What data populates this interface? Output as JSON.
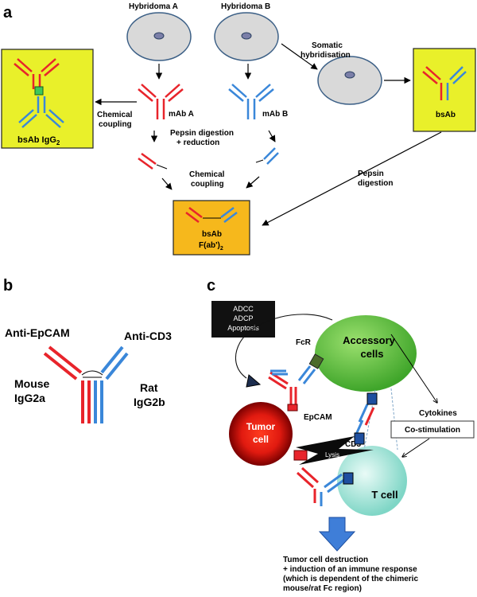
{
  "panel_a": {
    "letter": "a",
    "hybridoma_a": "Hybridoma A",
    "hybridoma_b": "Hybridoma B",
    "somatic": [
      "Somatic",
      "hybridisation"
    ],
    "chemical_coupling_left": [
      "Chemical",
      "coupling"
    ],
    "mab_a": "mAb A",
    "mab_b": "mAb B",
    "pepsin_reduction": [
      "Pepsin digestion",
      "+ reduction"
    ],
    "chemical_coupling_center": [
      "Chemical",
      "coupling"
    ],
    "pepsin_digestion": [
      "Pepsin",
      "digestion"
    ],
    "bsab_igg2": {
      "main": "bsAb IgG",
      "sub": "2"
    },
    "bsab_right": "bsAb",
    "bsab_fab": {
      "line1": "bsAb",
      "line2_main": "F(ab')",
      "line2_sub": "2"
    }
  },
  "panel_b": {
    "letter": "b",
    "anti_epcam": "Anti-EpCAM",
    "anti_cd3": "Anti-CD3",
    "mouse": [
      "Mouse",
      "IgG2a"
    ],
    "rat": [
      "Rat",
      "IgG2b"
    ]
  },
  "panel_c": {
    "letter": "c",
    "mechanisms": [
      "ADCC",
      "ADCP",
      "Apoptosis"
    ],
    "fcr": "FcR",
    "accessory": [
      "Accessory",
      "cells"
    ],
    "tumor": [
      "Tumor",
      "cell"
    ],
    "epcam": "EpCAM",
    "cd3": "CD3",
    "lysis": "Lysis",
    "cytokines": "Cytokines",
    "costimulation": "Co-stimulation",
    "tcell": "T cell",
    "outcome": [
      "Tumor cell destruction",
      "+ induction of an immune response",
      "(which is dependent of the chimeric",
      "mouse/rat Fc region)"
    ]
  },
  "colors": {
    "red": "#e8242b",
    "blue": "#3a87d9",
    "yellow_panel": "#e9f02a",
    "orange_panel": "#f6b81c",
    "hybridoma": "#d9d9d9",
    "accessory": "#5fbd37",
    "tcell": "#aee7dc",
    "arrow_blue": "#3f7ed8"
  }
}
